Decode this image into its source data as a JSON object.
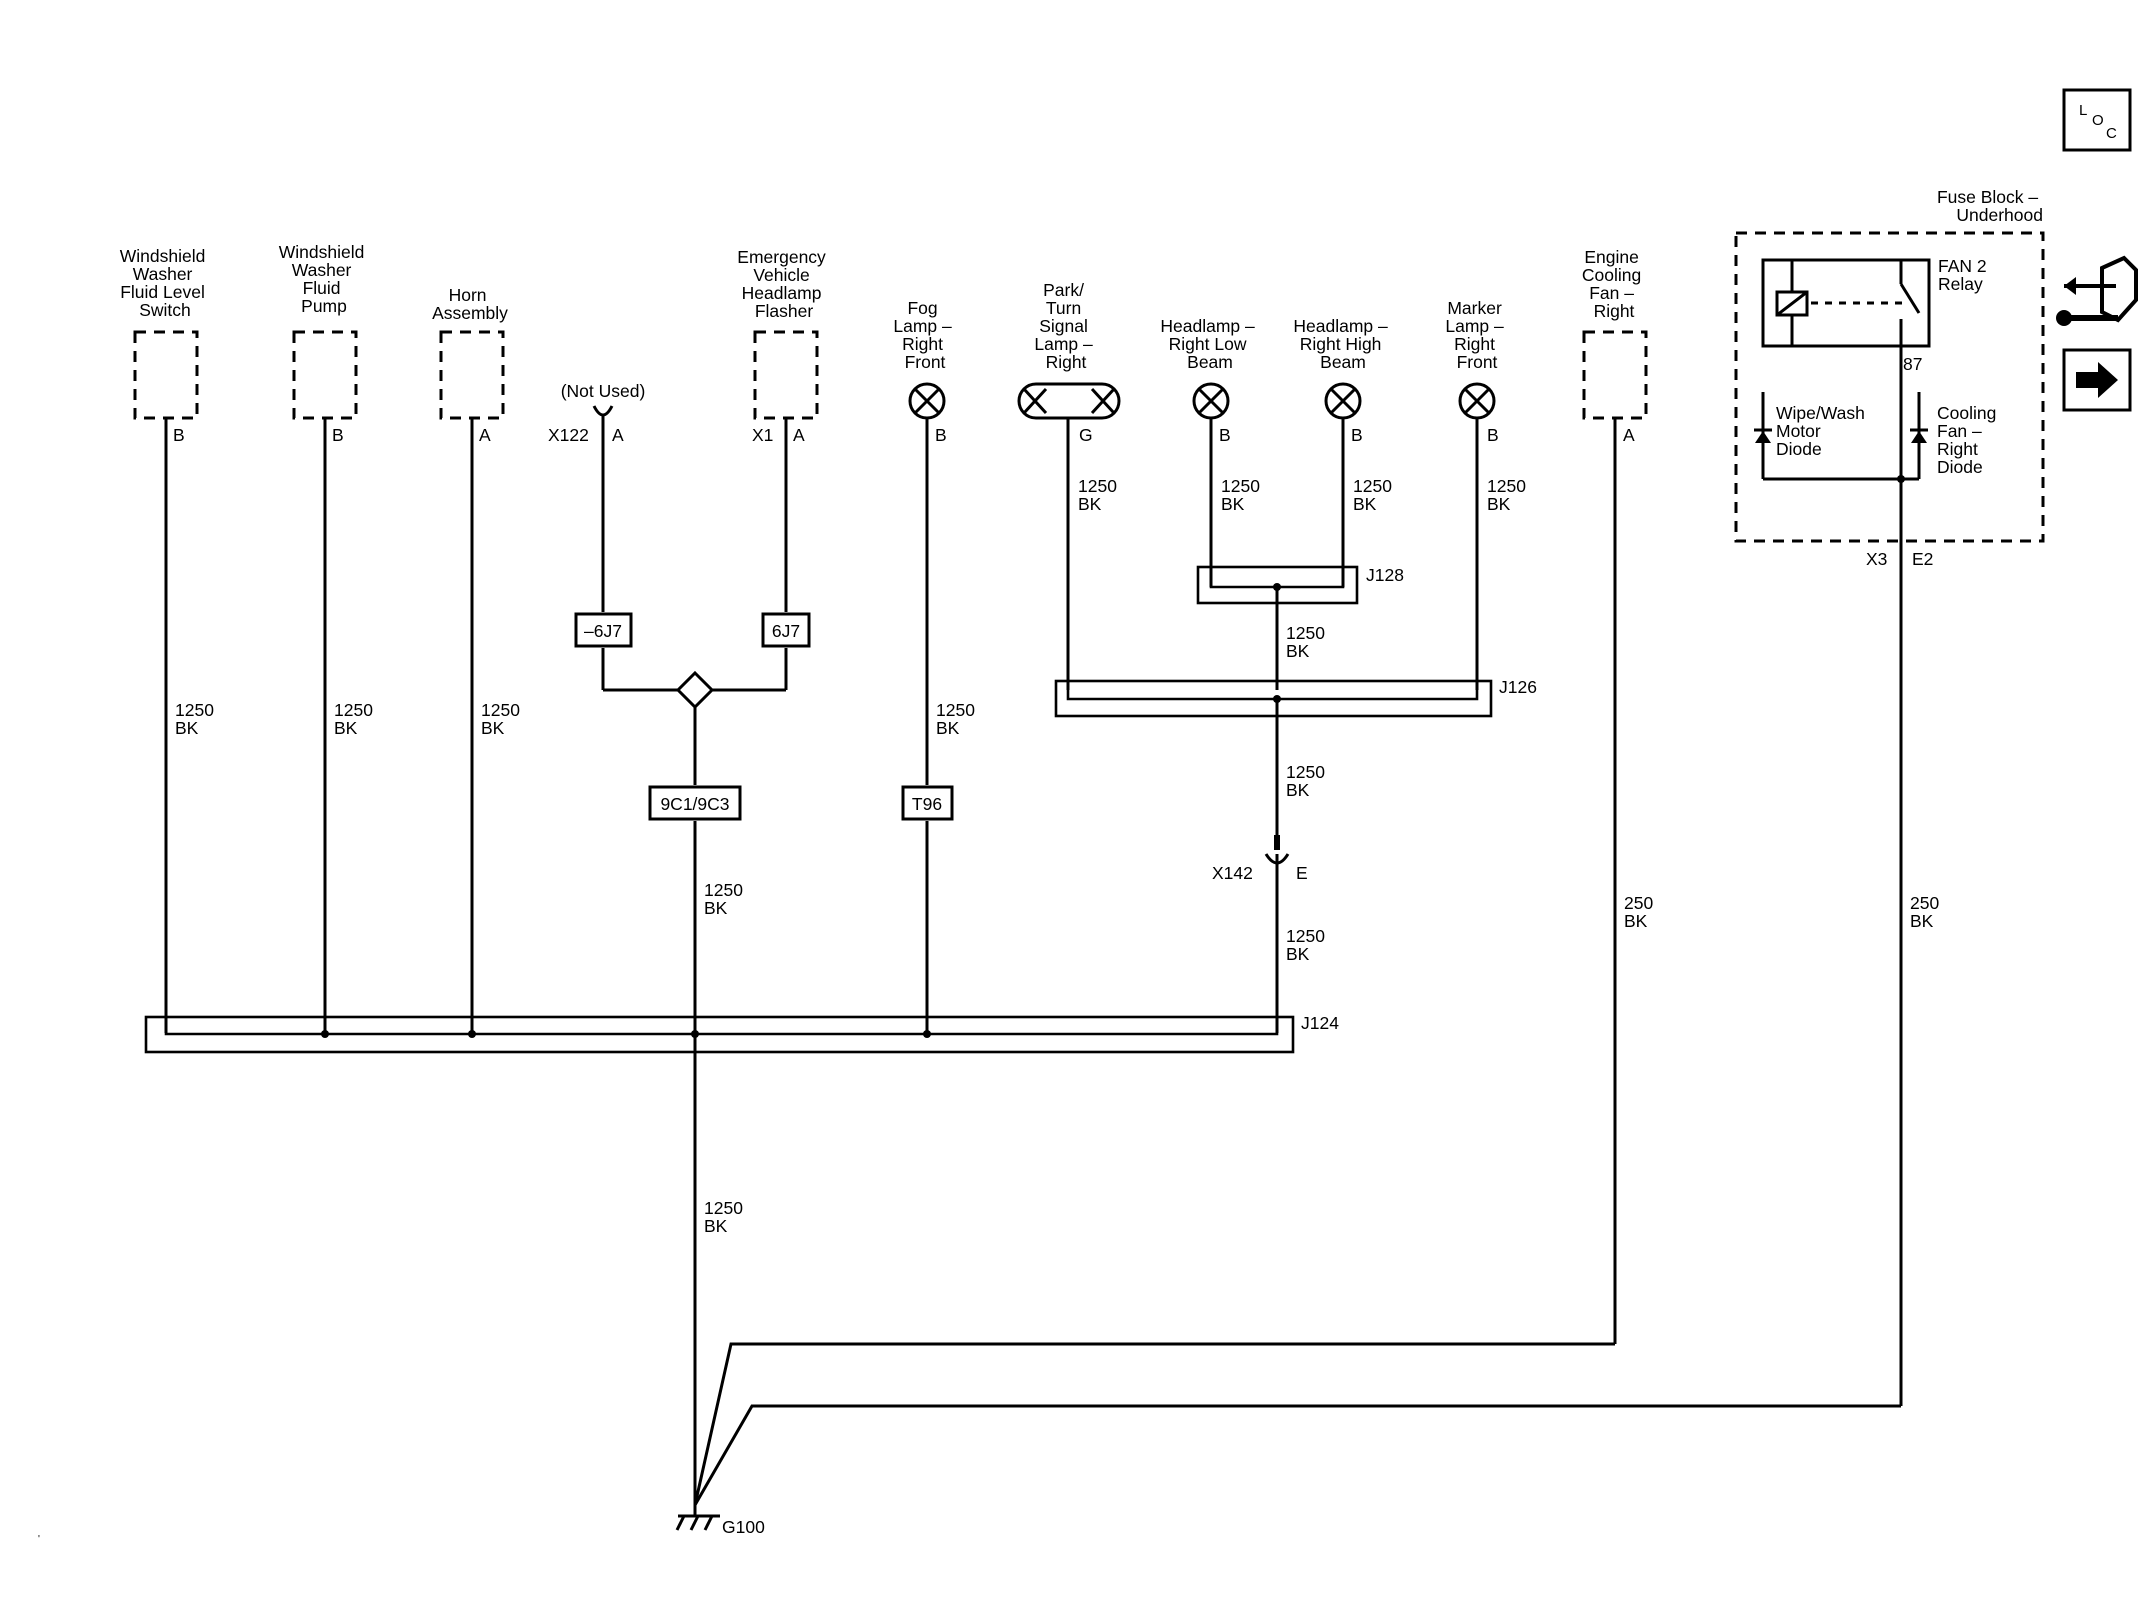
{
  "components": {
    "ws_level_switch": {
      "lines": [
        "Windshield",
        "Washer",
        "Fluid Level",
        "Switch"
      ],
      "pin": "B"
    },
    "ws_washer_pump": {
      "lines": [
        "Windshield",
        "Washer",
        "Fluid",
        "Pump"
      ],
      "pin": "B"
    },
    "horn": {
      "lines": [
        "Horn",
        "Assembly"
      ],
      "pin": "A"
    },
    "not_used": {
      "label": "(Not Used)",
      "connector": "X122",
      "pin": "A"
    },
    "ev_flasher": {
      "lines": [
        "Emergency",
        "Vehicle",
        "Headlamp",
        "Flasher"
      ],
      "connector": "X1",
      "pin": "A"
    },
    "fog_lamp": {
      "lines": [
        "Fog",
        "Lamp –",
        "Right",
        "Front"
      ],
      "pin": "B"
    },
    "park_turn": {
      "lines": [
        "Park/",
        "Turn",
        "Signal",
        "Lamp –",
        "Right"
      ],
      "pin": "G"
    },
    "hl_low": {
      "lines": [
        "Headlamp –",
        "Right Low",
        "Beam"
      ],
      "pin": "B"
    },
    "hl_high": {
      "lines": [
        "Headlamp –",
        "Right High",
        "Beam"
      ],
      "pin": "B"
    },
    "marker": {
      "lines": [
        "Marker",
        "Lamp –",
        "Right",
        "Front"
      ],
      "pin": "B"
    },
    "cooling_fan": {
      "lines": [
        "Engine",
        "Cooling",
        "Fan –",
        "Right"
      ],
      "pin": "A"
    }
  },
  "fuse_block": {
    "title_lines": [
      "Fuse Block –",
      "Underhood"
    ],
    "relay_lines": [
      "FAN 2",
      "Relay"
    ],
    "relay_pin": "87",
    "wipe_diode_lines": [
      "Wipe/Wash",
      "Motor",
      "Diode"
    ],
    "fan_diode_lines": [
      "Cooling",
      "Fan –",
      "Right",
      "Diode"
    ],
    "connector": "X3",
    "pin": "E2"
  },
  "wires": {
    "w_switch": [
      "1250",
      "BK"
    ],
    "w_pump": [
      "1250",
      "BK"
    ],
    "w_horn": [
      "1250",
      "BK"
    ],
    "w_fog": [
      "1250",
      "BK"
    ],
    "w_park": [
      "1250",
      "BK"
    ],
    "w_low": [
      "1250",
      "BK"
    ],
    "w_high": [
      "1250",
      "BK"
    ],
    "w_marker": [
      "1250",
      "BK"
    ],
    "w_j128": [
      "1250",
      "BK"
    ],
    "w_j126": [
      "1250",
      "BK"
    ],
    "w_x142": [
      "1250",
      "BK"
    ],
    "w_9c": [
      "1250",
      "BK"
    ],
    "w_main": [
      "1250",
      "BK"
    ],
    "w_fan": [
      "250",
      "BK"
    ],
    "w_fuse": [
      "250",
      "BK"
    ]
  },
  "options": {
    "neg_6j7": "–6J7",
    "pos_6j7": "6J7",
    "opt_9c": "9C1/9C3",
    "opt_t96": "T96"
  },
  "splices": {
    "j124": "J124",
    "j126": "J126",
    "j128": "J128"
  },
  "connector_x142": {
    "name": "X142",
    "pin": "E"
  },
  "ground": "G100",
  "nav_icons": {
    "loc_letters": [
      "L",
      "O",
      "C"
    ],
    "icons": [
      "loc-icon",
      "hand-tool-icon",
      "arrow-right-icon"
    ]
  }
}
